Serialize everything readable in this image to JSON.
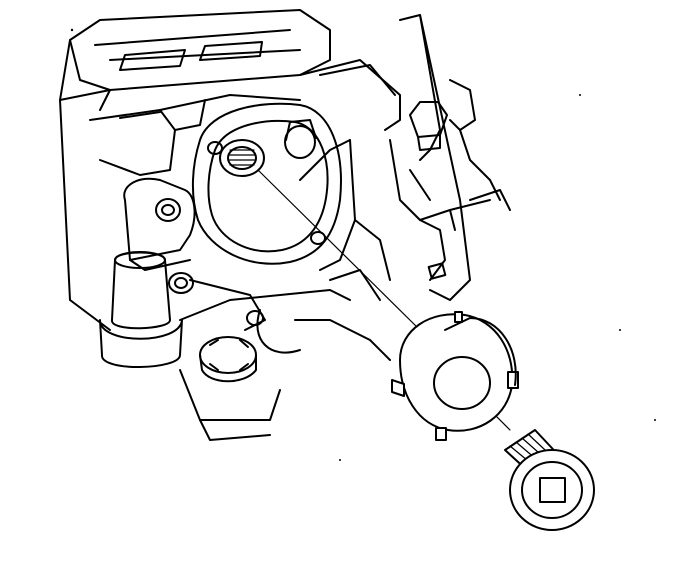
{
  "figure": {
    "kind": "exploded technical line drawing",
    "line_color": "#000000",
    "background_color": "#ffffff",
    "parts": [
      "engine-block-casting",
      "mounting-bracket",
      "pivot-arm",
      "cylindrical-plug",
      "hex-nut",
      "slotted-washer",
      "threaded-plug-bolt"
    ],
    "labels": []
  }
}
